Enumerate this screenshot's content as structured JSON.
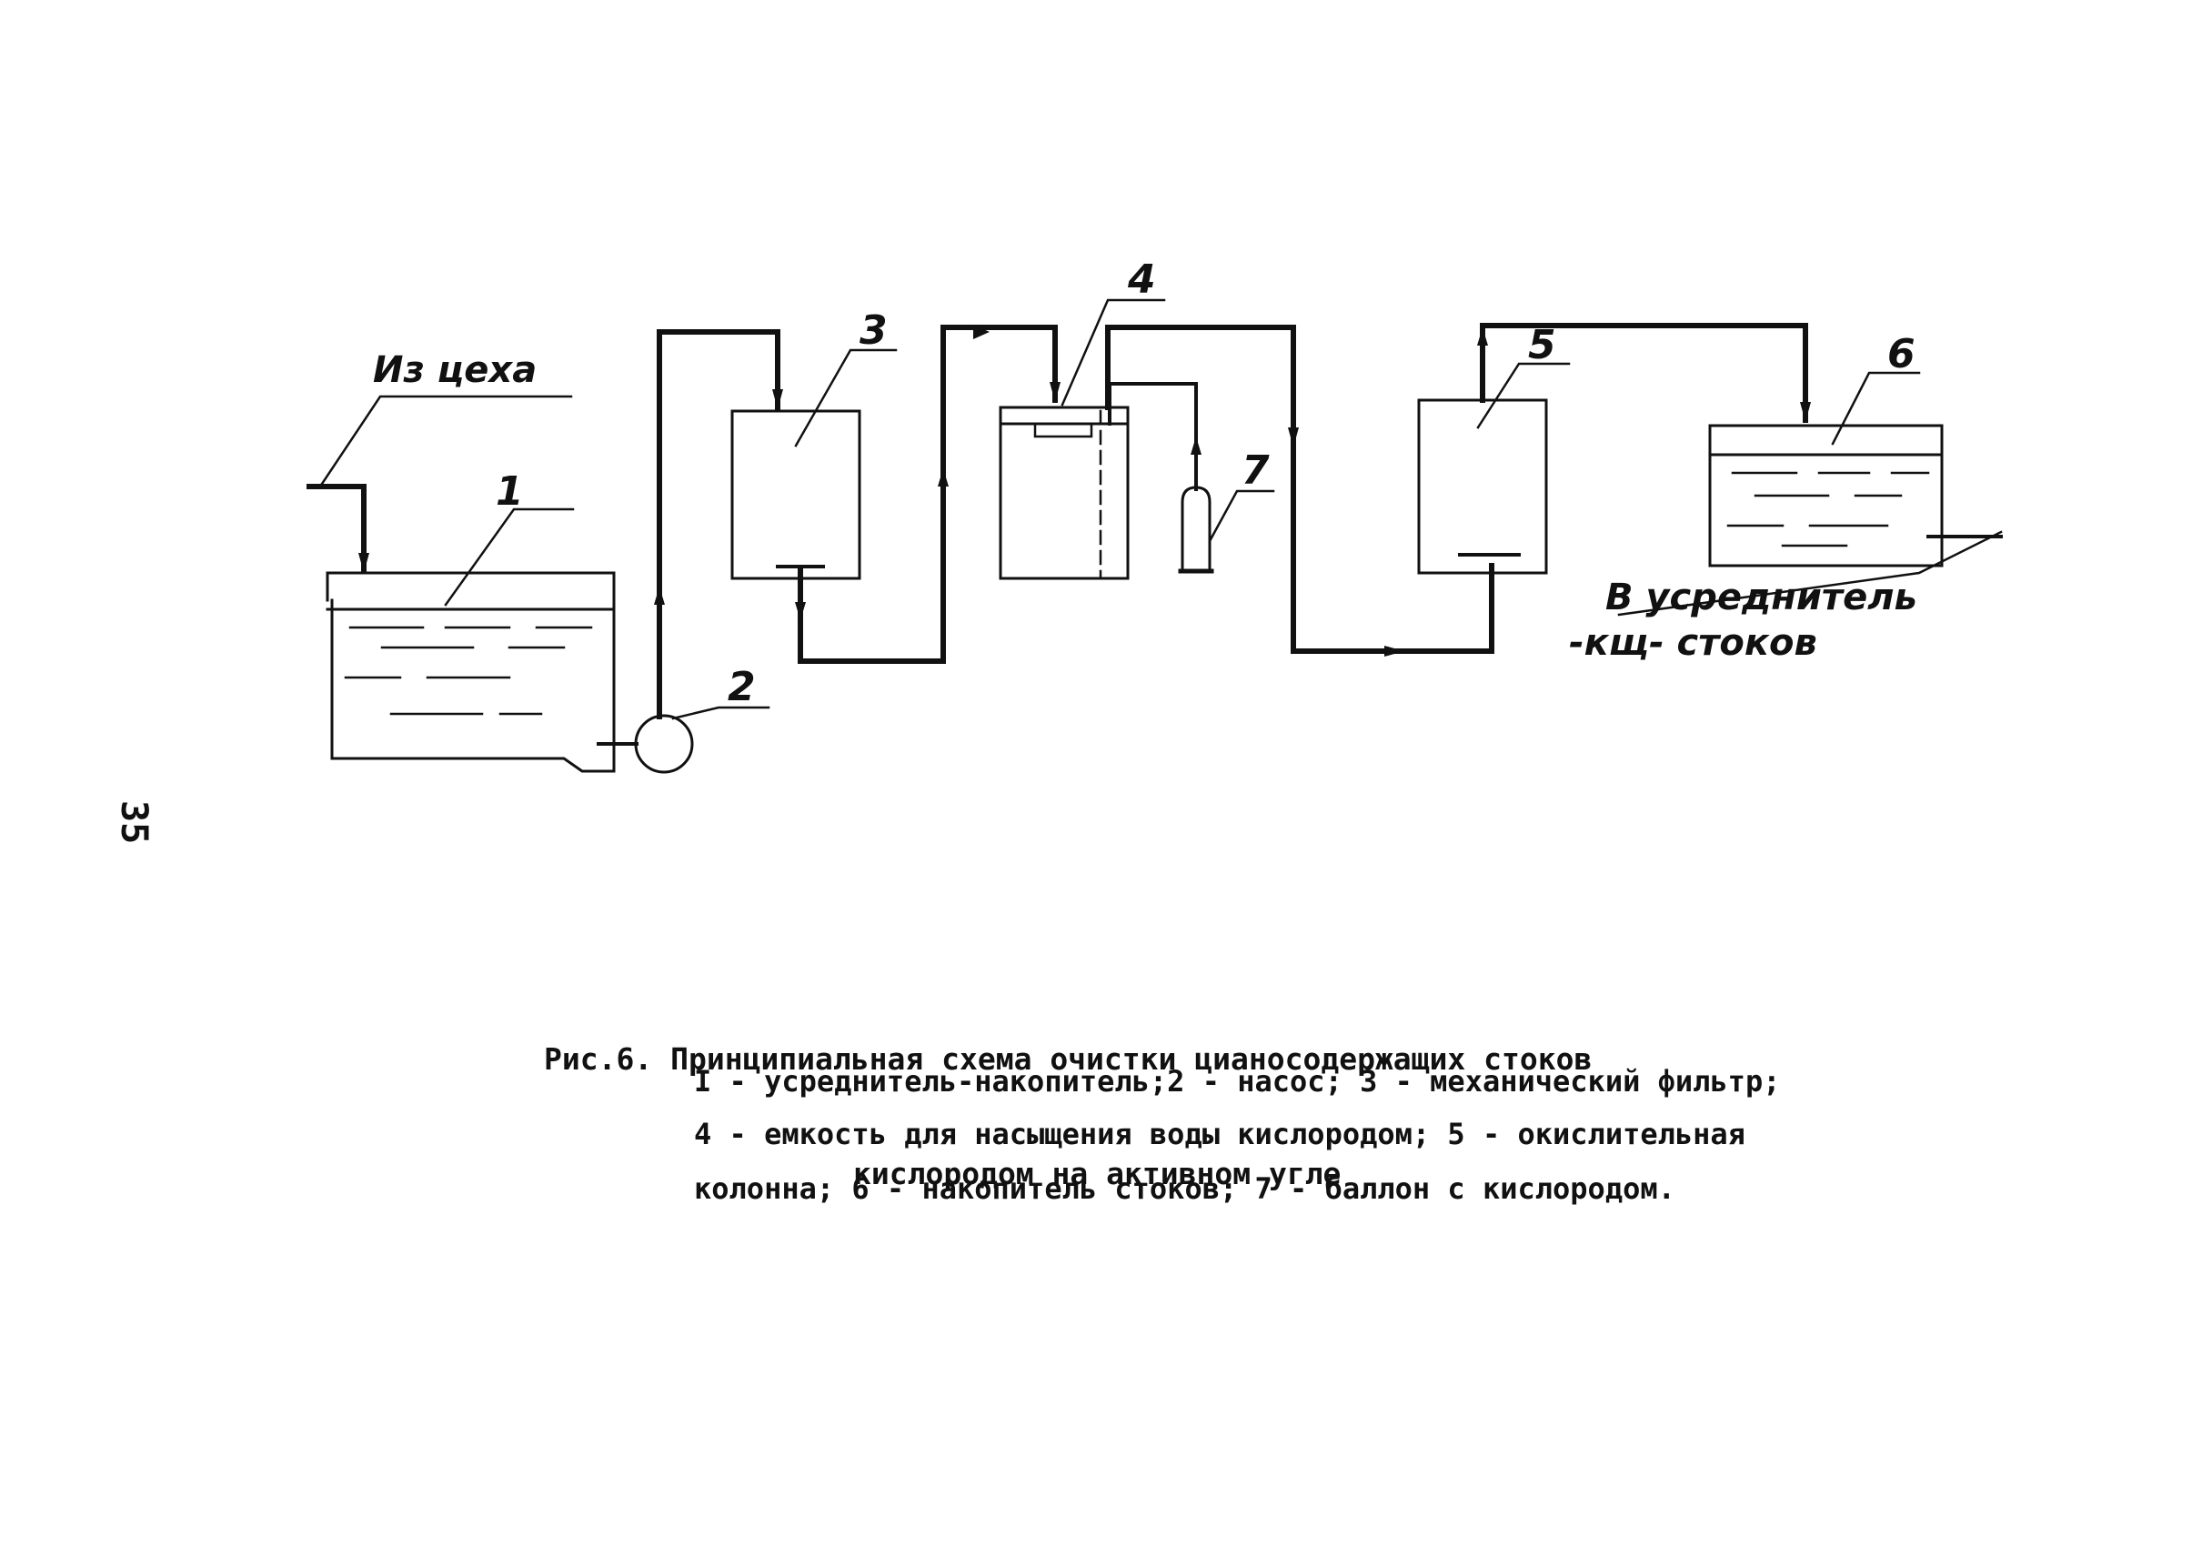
{
  "diagram": {
    "inlet_label": "Из цеха",
    "outlet_label_line1": "В усреднитель",
    "outlet_label_line2": "-кщ- стоков",
    "components": [
      {
        "id": "1"
      },
      {
        "id": "2"
      },
      {
        "id": "3"
      },
      {
        "id": "4"
      },
      {
        "id": "5"
      },
      {
        "id": "6"
      },
      {
        "id": "7"
      }
    ]
  },
  "caption": {
    "figure": "Рис.6.",
    "title_line1": "Принципиальная схема очистки цианосодержащих стоков",
    "title_line2": "кислородом на активном угле"
  },
  "legend": {
    "line1": "I - усреднитель-накопитель;2 - насос; 3 - механический фильтр;",
    "line2": "4 - емкость для насыщения воды кислородом; 5 - окислительная",
    "line3": "колонна; 6 - накопитель стоков; 7 - баллон с кислородом."
  },
  "page_number": "35"
}
